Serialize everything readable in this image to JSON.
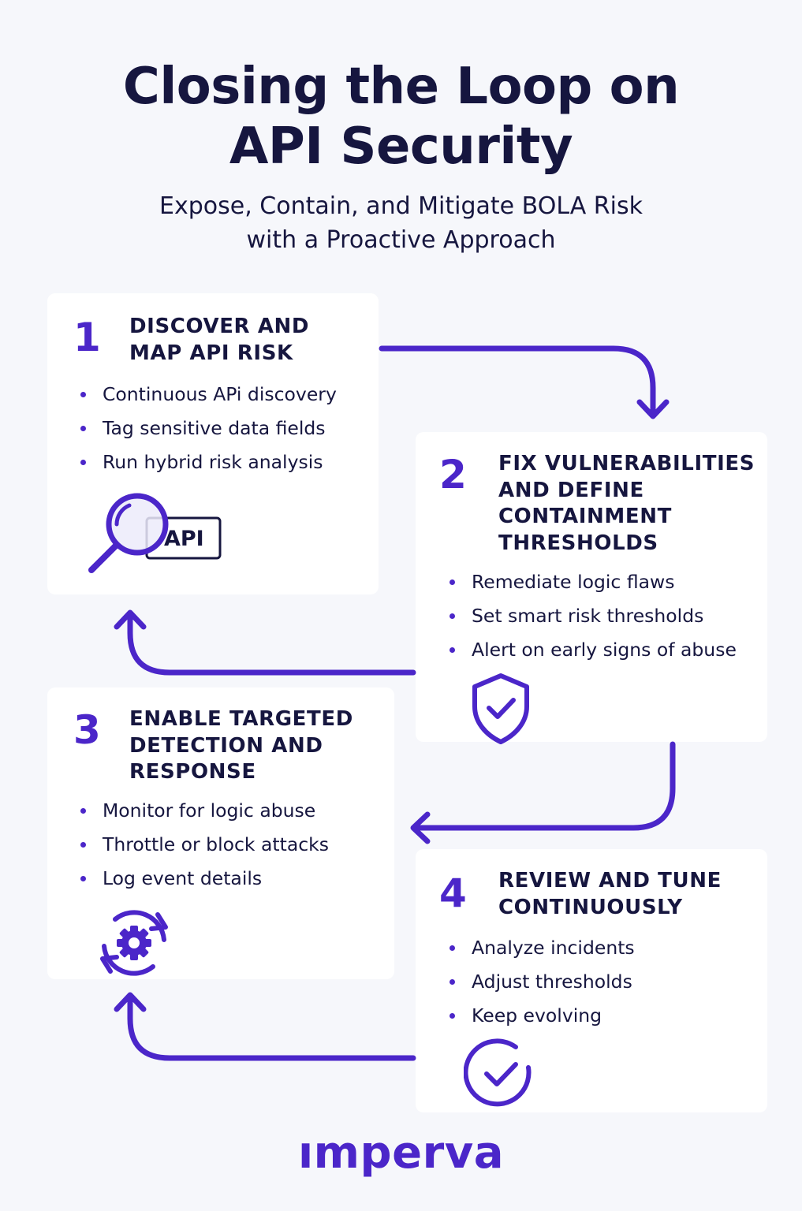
{
  "header": {
    "title_line1": "Closing the Loop on",
    "title_line2": "API Security",
    "subtitle_line1": "Expose, Contain, and Mitigate BOLA Risk",
    "subtitle_line2": "with a Proactive Approach"
  },
  "steps": [
    {
      "number": "1",
      "title_lines": [
        "DISCOVER AND",
        "MAP API RISK"
      ],
      "bullets": [
        "Continuous APi discovery",
        "Tag sensitive data fields",
        "Run hybrid risk analysis"
      ],
      "icon": "magnifier-api-icon",
      "icon_text": "API"
    },
    {
      "number": "2",
      "title_lines": [
        "FIX VULNERABILITIES",
        "AND DEFINE",
        "CONTAINMENT",
        "THRESHOLDS"
      ],
      "bullets": [
        "Remediate logic flaws",
        "Set smart risk thresholds",
        "Alert on early signs of abuse"
      ],
      "icon": "shield-check-icon"
    },
    {
      "number": "3",
      "title_lines": [
        "ENABLE TARGETED",
        "DETECTION AND",
        "RESPONSE"
      ],
      "bullets": [
        "Monitor for logic abuse",
        "Throttle or block attacks",
        "Log event details"
      ],
      "icon": "gear-cycle-icon"
    },
    {
      "number": "4",
      "title_lines": [
        "REVIEW AND TUNE",
        "CONTINUOUSLY"
      ],
      "bullets": [
        "Analyze incidents",
        "Adjust thresholds",
        "Keep evolving"
      ],
      "icon": "circle-check-icon"
    }
  ],
  "logo": {
    "text": "ımperva"
  },
  "colors": {
    "accent": "#4b26c9",
    "text": "#16163f",
    "background": "#f6f7fb",
    "card": "#ffffff"
  }
}
